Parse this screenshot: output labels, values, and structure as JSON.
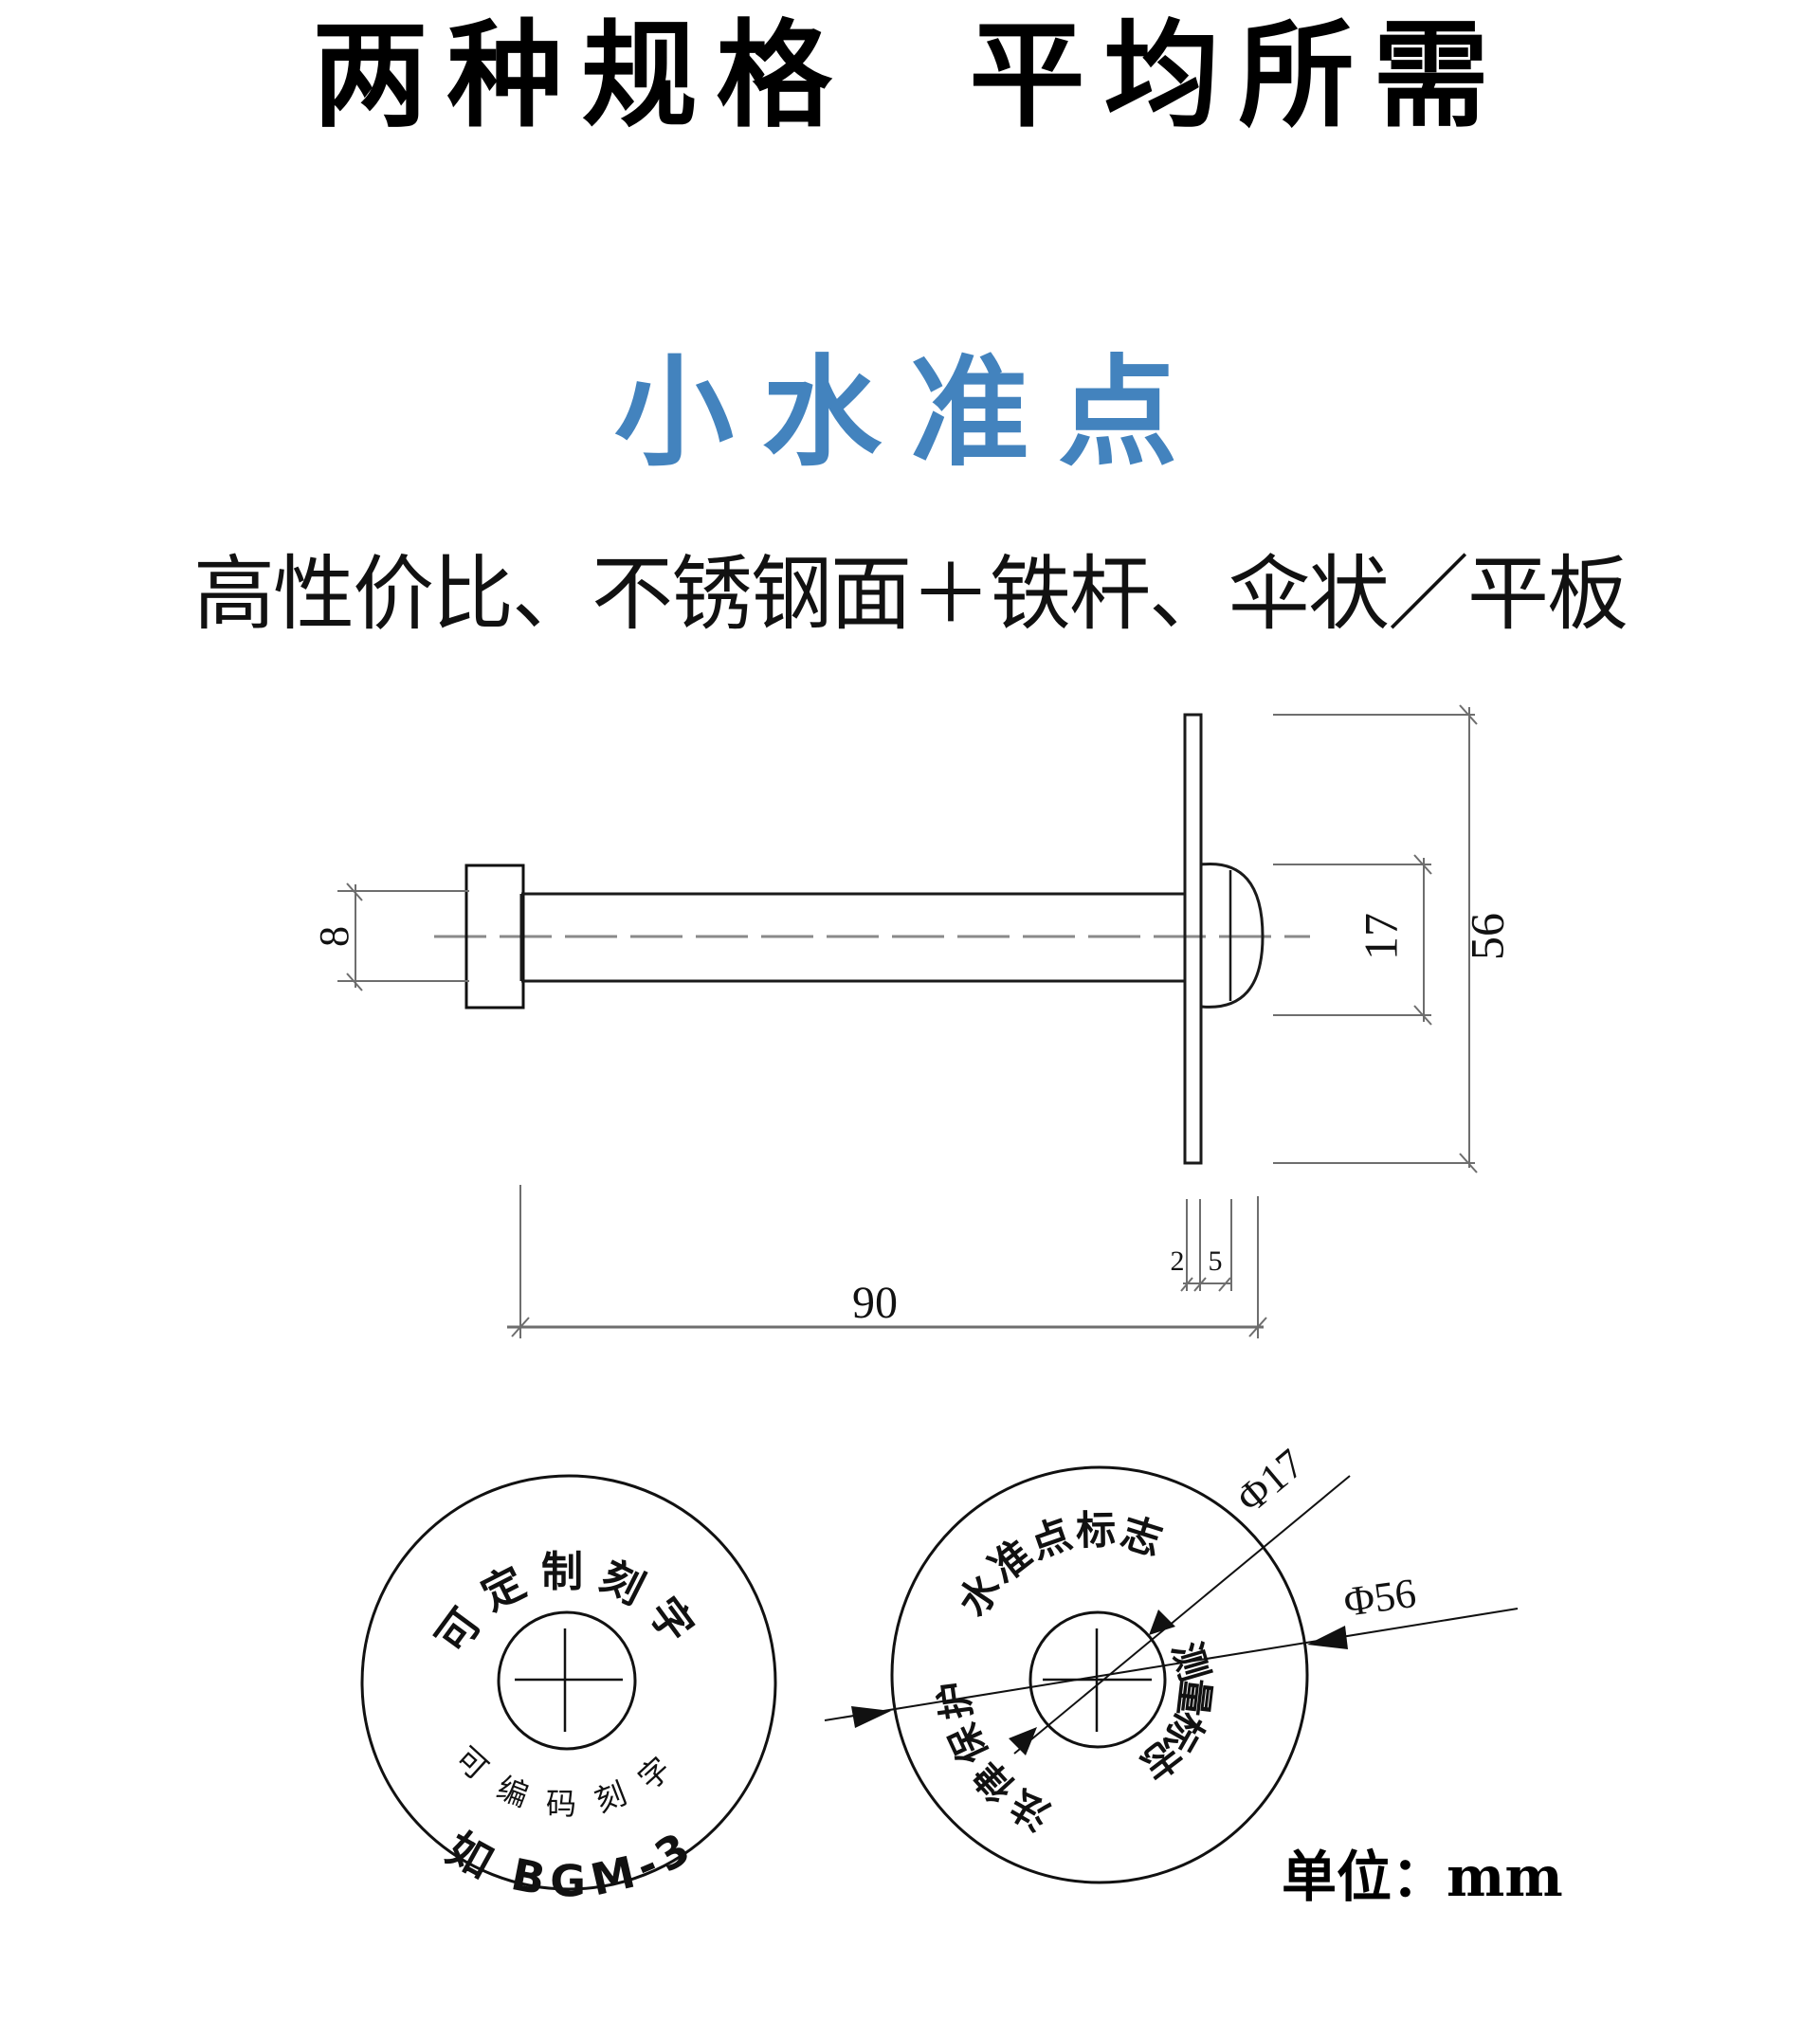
{
  "header": {
    "title": "两种规格  平均所需",
    "product_name": "小水准点",
    "tagline": "高性价比、不锈钢面＋铁杆、伞状／平板"
  },
  "colors": {
    "title": "#000000",
    "product_name": "#4383BE",
    "lines": "#1a1a1a",
    "dim_lines": "#6e6e6e"
  },
  "side_view": {
    "dimensions": {
      "rod_diameter": "8",
      "dome_diameter": "17",
      "plate_diameter": "56",
      "total_length": "90",
      "plate_thickness": "2",
      "dome_height": "5"
    }
  },
  "top_views": {
    "left_disc": {
      "top_text": "可定制刻字",
      "inner_bottom_text": "可编码刻字",
      "bottom_text": "如 BGM-3"
    },
    "right_disc": {
      "top_text": "水准点标志",
      "right_text": "测量标志",
      "left_text": "法律保护",
      "inner_dia_label": "Φ17",
      "outer_dia_label": "Φ56"
    }
  },
  "footer": {
    "unit_label": "单位：mm"
  }
}
